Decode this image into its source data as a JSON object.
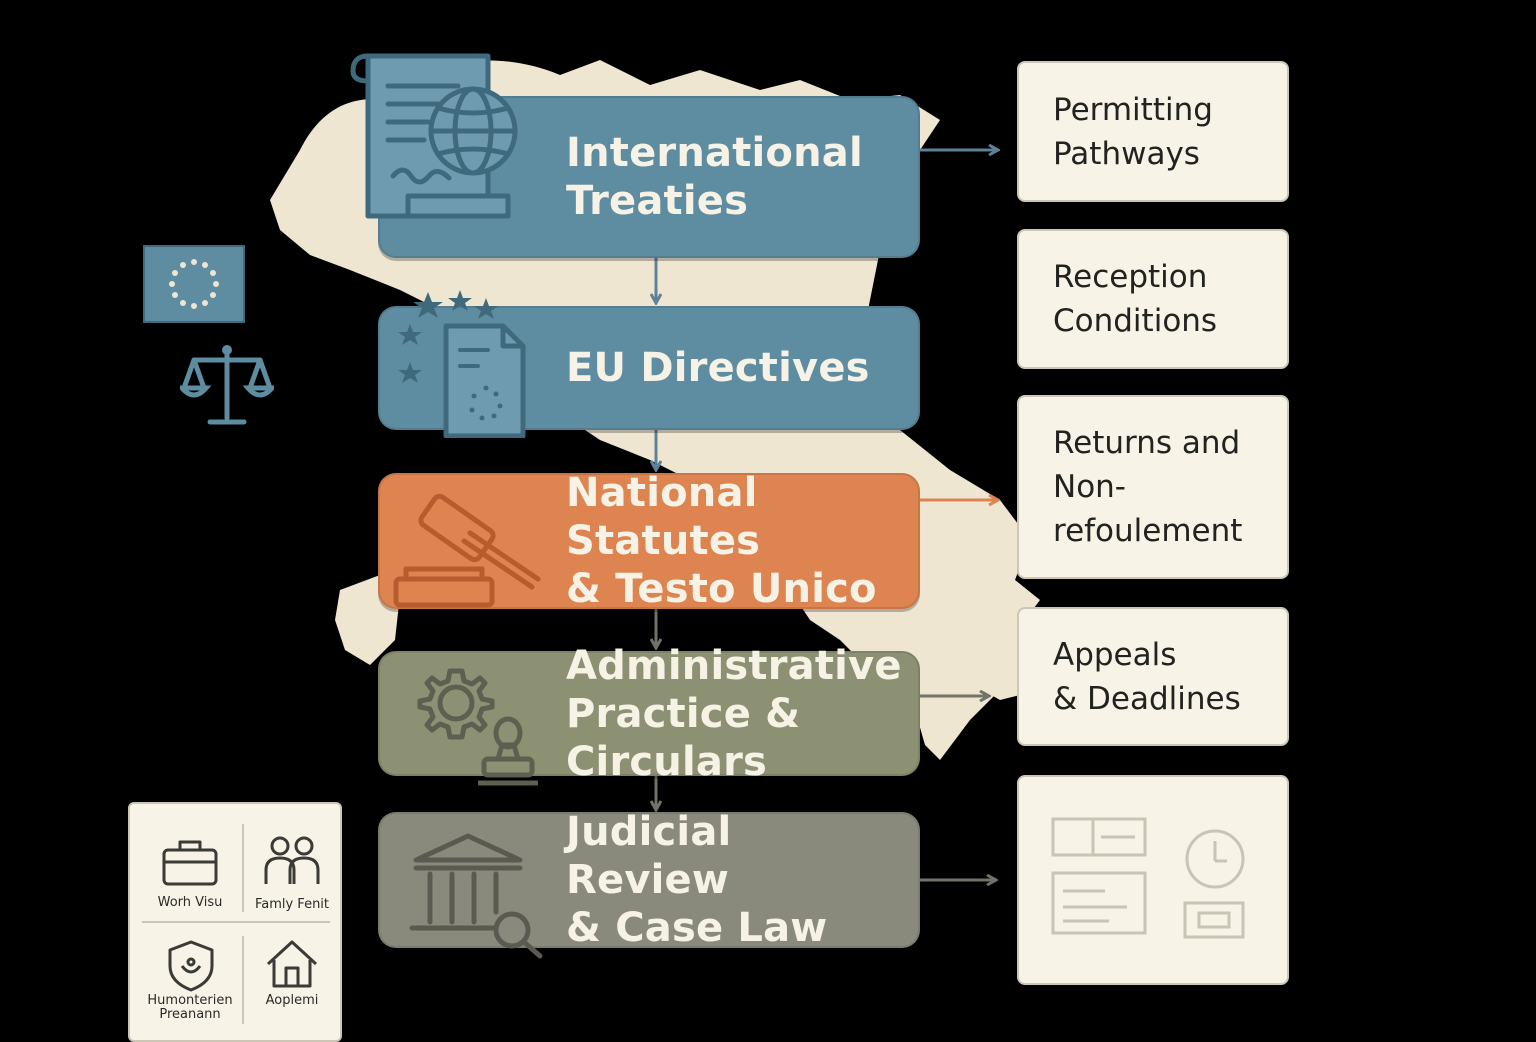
{
  "tiers": [
    {
      "label": "International\nTreaties",
      "color": "#5e8ca0",
      "icon": "treaty-scroll-globe-icon"
    },
    {
      "label": "EU Directives",
      "color": "#5e8ca0",
      "icon": "eu-document-stars-icon"
    },
    {
      "label": "National Statutes\n& Testo Unico",
      "color": "#dd8450",
      "icon": "gavel-icon"
    },
    {
      "label": "Administrative\nPractice & Circulars",
      "color": "#8c9173",
      "icon": "gear-stamp-icon"
    },
    {
      "label": "Judicial Review\n& Case Law",
      "color": "#8a8a7c",
      "icon": "courthouse-magnifier-icon"
    }
  ],
  "outcomes": [
    {
      "label": "Permitting\nPathways"
    },
    {
      "label": "Reception\nConditions"
    },
    {
      "label": "Returns and\nNon-\nrefoulement"
    },
    {
      "label": "Appeals\n& Deadlines"
    },
    {
      "label": "",
      "icon": "forms-calendar-icon"
    }
  ],
  "legend": [
    {
      "label": "Worh Visu",
      "icon": "briefcase-icon"
    },
    {
      "label": "Famly Fenit",
      "icon": "family-icon"
    },
    {
      "label": "Humonterien\nPreanann",
      "icon": "humanitarian-shield-icon"
    },
    {
      "label": "Aoplemi",
      "icon": "house-icon"
    }
  ],
  "decorations": {
    "eu_flag_icon": "eu-flag-icon",
    "scales_icon": "scales-of-justice-icon",
    "map_color": "#efe6d2"
  },
  "colors": {
    "blue": "#5e8ca0",
    "orange": "#dd8450",
    "olive": "#8c9173",
    "gray": "#8a8a7c",
    "card_bg": "#f7f3e6",
    "arrow_blue": "#5d8196",
    "arrow_orange": "#dd8450",
    "arrow_gray": "#707368"
  }
}
